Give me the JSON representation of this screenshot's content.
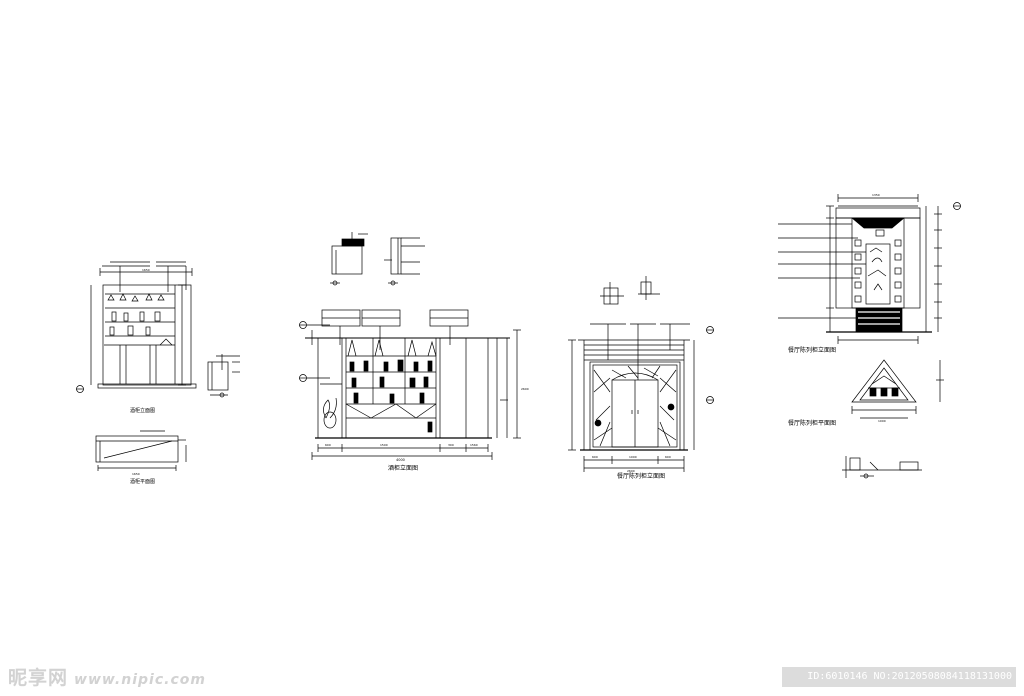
{
  "titles": {
    "wine_elev_left": "酒柜立面图",
    "wine_plan_left": "酒柜平面图",
    "wine_elev_main": "酒柜立面图",
    "dining_elev_main": "餐厅陈列柜立面图",
    "dining_elev_right": "餐厅陈列柜立面图",
    "dining_plan_right": "餐厅陈列柜平面图"
  },
  "dimensions": {
    "left_width": "1650",
    "left_plan_width": "1650",
    "main_total": "4000",
    "main_seg1": "600",
    "main_seg2": "1500",
    "main_seg3": "300",
    "main_seg4": "1560",
    "main_height": "2600",
    "dining_total": "2600",
    "dining_seg1": "600",
    "dining_seg2": "1000",
    "dining_seg3": "600",
    "right_top": "1350",
    "right_plan": "1000"
  },
  "watermark": {
    "brand": "昵享网",
    "url": "www.nipic.com"
  },
  "image_id": "ID:6010146 NO:20120508084118131000"
}
